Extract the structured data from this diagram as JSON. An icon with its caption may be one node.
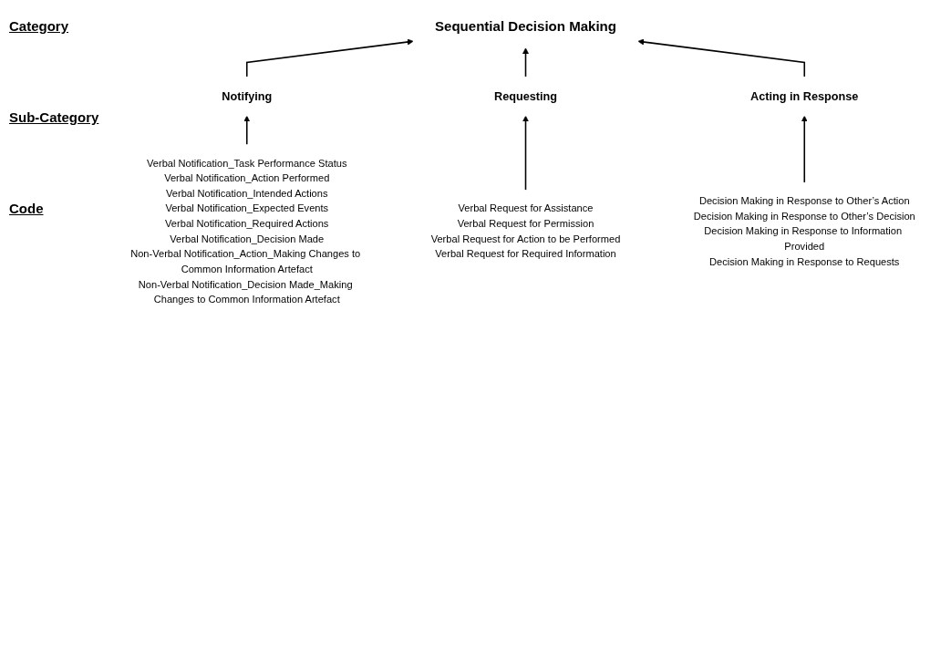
{
  "diagram": {
    "nodes": [
      {
        "text": [
          "Sequential Decision Making"
        ]
      },
      {
        "text": [
          "Notifying"
        ]
      },
      {
        "text": [
          "Requesting"
        ]
      },
      {
        "text": [
          "Acting in Response"
        ]
      },
      {
        "text": [
          "Verbal Notification_Task Performance Status",
          "Verbal Notification_Action Performed",
          "Verbal Notification_Intended Actions",
          "Verbal Notification_Expected Events",
          "Verbal Notification_Required Actions",
          "Verbal Notification_Decision Made",
          "Non-Verbal Notification_Action_Making Changes to Common Information Artefact",
          "Non-Verbal Notification_Decision Made_Making Changes to Common Information Artefact"
        ]
      },
      {
        "text": [
          "Verbal Request for Assistance",
          "Verbal Request for Permission",
          "Verbal Request for Action to be Performed",
          "Verbal Request for Required Information"
        ]
      },
      {
        "text": [
          "Decision Making in Response to Other’s Action",
          "Decision Making in Response to Other’s Decision",
          "Decision Making in Response to Information Provided",
          "Decision Making in Response to Requests"
        ]
      }
    ],
    "edges": [
      {
        "from": 1,
        "to": 0,
        "arrow": "to"
      },
      {
        "from": 2,
        "to": 0,
        "arrow": "to"
      },
      {
        "from": 3,
        "to": 0,
        "arrow": "to"
      },
      {
        "from": 4,
        "to": 1,
        "arrow": "to"
      },
      {
        "from": 5,
        "to": 2,
        "arrow": "to"
      },
      {
        "from": 6,
        "to": 3,
        "arrow": "to"
      }
    ],
    "labels": [
      "Category",
      "Sub-Category",
      "Code"
    ]
  }
}
